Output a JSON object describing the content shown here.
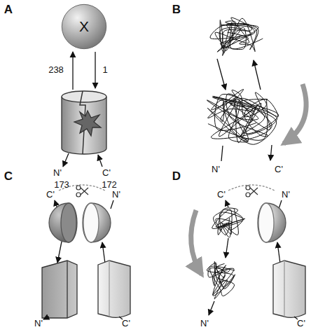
{
  "diagram": {
    "nodes": [
      {
        "text": [
          "X"
        ]
      }
    ],
    "labels": [
      "A",
      "238",
      "1",
      "N'",
      "173",
      "C'",
      "172",
      "B",
      "N'",
      "C'",
      "C",
      "C'",
      "N'",
      "N'",
      "C'",
      "D",
      "C'",
      "N'",
      "N'",
      "C'"
    ]
  }
}
